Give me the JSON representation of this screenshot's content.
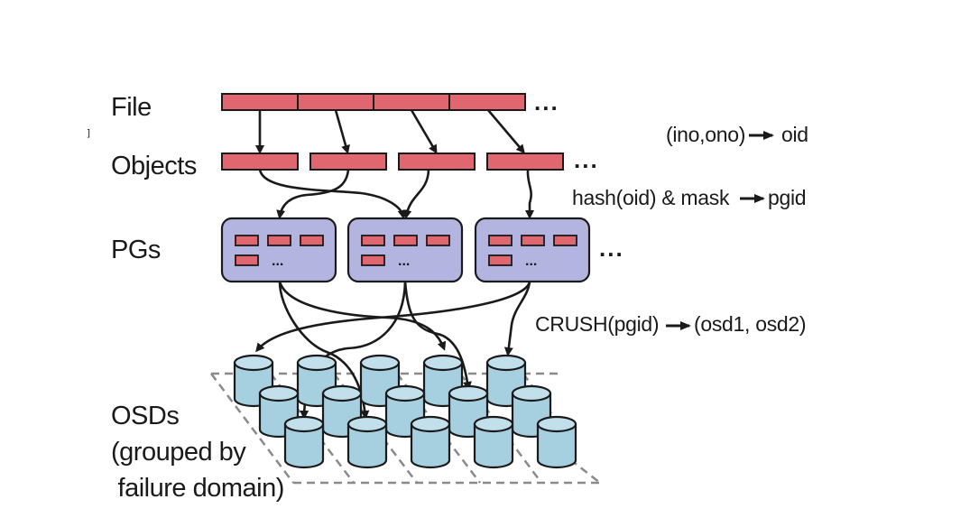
{
  "diagram": {
    "colors": {
      "object_fill": "#e0676f",
      "pg_fill": "#b3b5e0",
      "osd_fill": "#a6cfe0",
      "osd_top": "#c2e0ec",
      "stroke": "#1a1a1a",
      "dash": "#8a8a8a"
    },
    "tiers": {
      "file": "File",
      "objects": "Objects",
      "pgs": "PGs",
      "osds_line1": "OSDs",
      "osds_line2": "(grouped by",
      "osds_line3": " failure domain)"
    },
    "annotations": {
      "file_to_objects": "(ino,ono)",
      "file_to_objects_result": "oid",
      "objects_to_pgs": "hash(oid) & mask",
      "objects_to_pgs_result": "pgid",
      "pgs_to_osds": "CRUSH(pgid)",
      "pgs_to_osds_result": "(osd1, osd2)"
    },
    "ellipsis": "...",
    "pg_inner_ellipsis": "...",
    "cursor_artifact": "]",
    "counts": {
      "file_segments": 4,
      "objects": 4,
      "pgs": 3,
      "objects_per_pg_shown": 4,
      "osd_rows": 3,
      "osds_per_row": 5
    }
  }
}
